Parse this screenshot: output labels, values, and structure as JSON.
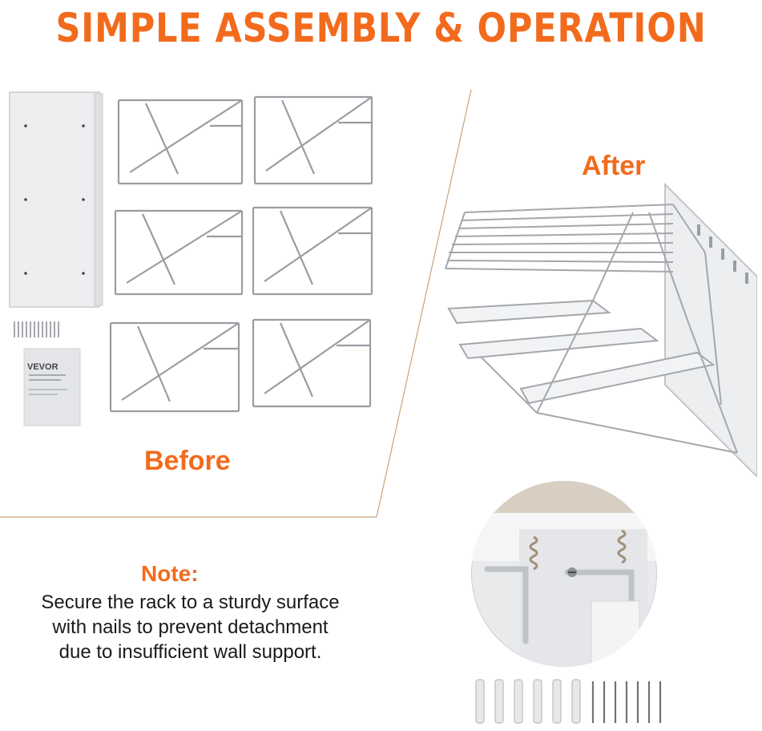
{
  "headline": "SIMPLE ASSEMBLY & OPERATION",
  "labels": {
    "before": "Before",
    "after": "After"
  },
  "note": {
    "title": "Note:",
    "lines": [
      "Secure the rack to a sturdy surface",
      "with nails to prevent detachment",
      "due to insufficient wall support."
    ]
  },
  "manual": {
    "brand": "VEVOR"
  },
  "colors": {
    "accent": "#f26b1d",
    "text": "#1a1a1a",
    "divider": "#c9a27a",
    "wire": "#9a9da2",
    "panel": "#eceef0"
  },
  "icons": [
    "wall-panel-icon",
    "wire-bracket-icon",
    "screw-icon",
    "wall-anchor-icon",
    "manual-icon",
    "assembled-rack-icon",
    "mounting-detail-icon"
  ]
}
